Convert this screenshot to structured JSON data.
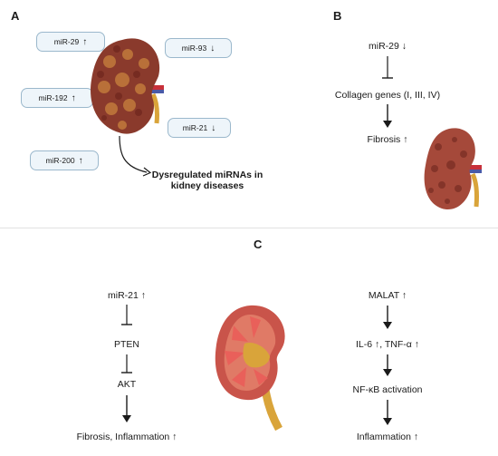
{
  "panels": {
    "a": {
      "letter": "A",
      "mirnas": [
        {
          "name": "miR-29",
          "arrow": "↑"
        },
        {
          "name": "miR-93",
          "arrow": "↓"
        },
        {
          "name": "miR-192",
          "arrow": "↑"
        },
        {
          "name": "miR-21",
          "arrow": "↓"
        },
        {
          "name": "miR-200",
          "arrow": "↑"
        }
      ],
      "caption_line1": "Dysregulated miRNAs in",
      "caption_line2": "kidney diseases"
    },
    "b": {
      "letter": "B",
      "step1": "miR-29 ↓",
      "step2": "Collagen genes (I, III, IV)",
      "step3": "Fibrosis ↑"
    },
    "c": {
      "letter": "C",
      "left": {
        "step1": "miR-21 ↑",
        "step2": "PTEN",
        "step3": "AKT",
        "step4": "Fibrosis, Inflammation ↑"
      },
      "right": {
        "step1": "MALAT ↑",
        "step2": "IL-6 ↑, TNF-α ↑",
        "step3": "NF-κB activation",
        "step4": "Inflammation ↑"
      }
    }
  },
  "colors": {
    "kidney_dark": "#7a2e24",
    "kidney_mid": "#a5493a",
    "nodule": "#c27a3c",
    "pill_bg": "#eef5fa",
    "pill_border": "#9bb8cc",
    "cortex": "#c9544a",
    "pyramid": "#e9605a",
    "pelvis": "#d9a43a",
    "artery": "#c8303a",
    "vein": "#4a5aa8"
  }
}
